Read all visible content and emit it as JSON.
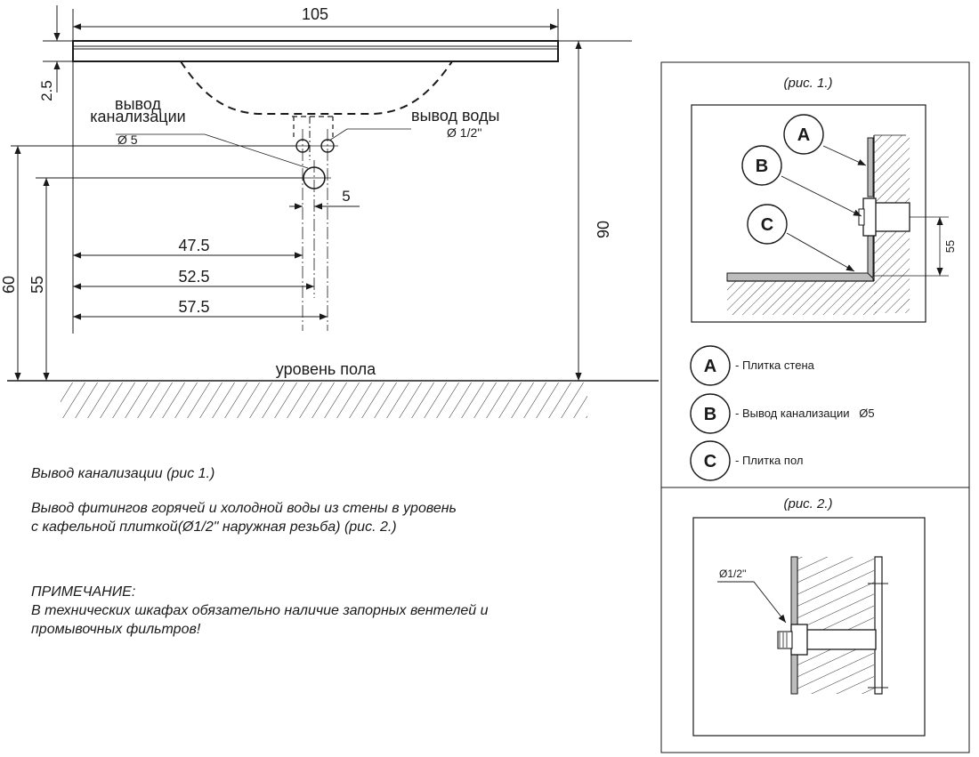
{
  "dimensions": {
    "total_width": "105",
    "top_thickness": "2.5",
    "total_height": "90",
    "outlet_height_60": "60",
    "outlet_height_55": "55",
    "offset_47": "47.5",
    "offset_52": "52.5",
    "offset_57": "57.5",
    "pipe_spacing": "5"
  },
  "labels": {
    "drain_outlet_line1": "вывод",
    "drain_outlet_line2": "канализации",
    "drain_diameter": "Ø 5",
    "water_outlet": "вывод воды",
    "water_diameter": "Ø 1/2''",
    "floor_level": "уровень пола"
  },
  "fig1": {
    "title": "(рис. 1.)",
    "dim_55": "55",
    "letters": {
      "a": "A",
      "b": "B",
      "c": "C"
    }
  },
  "legend": [
    {
      "letter": "A",
      "text": "- Плитка стена"
    },
    {
      "letter": "B",
      "text": "- Вывод канализации   Ø5"
    },
    {
      "letter": "C",
      "text": "- Плитка пол"
    }
  ],
  "fig2": {
    "title": "(рис. 2.)",
    "diameter_label": "Ø1/2''"
  },
  "notes": {
    "line1": "Вывод канализации (рис 1.)",
    "line2": "Вывод фитингов горячей и холодной воды из стены в уровень",
    "line3": "с кафельной плиткой(Ø1/2\" наружная резьба) (рис. 2.)",
    "note_title": "ПРИМЕЧАНИЕ:",
    "note_line1": "В технических шкафах обязательно наличие запорных вентелей и",
    "note_line2": "промывочных фильтров!"
  }
}
